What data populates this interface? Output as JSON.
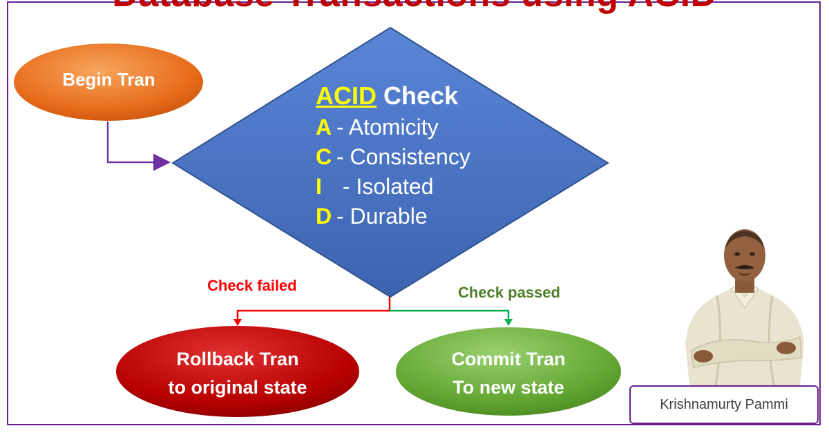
{
  "title": "Database Transactions using ACID",
  "begin_node": "Begin Tran",
  "decision": {
    "head_acid": "ACID",
    "head_check": " Check",
    "lines": [
      {
        "letter": "A",
        "text": "- Atomicity"
      },
      {
        "letter": "C",
        "text": "- Consistency"
      },
      {
        "letter": "I",
        "text": " - Isolated"
      },
      {
        "letter": "D",
        "text": "- Durable"
      }
    ]
  },
  "edges": {
    "failed": "Check failed",
    "passed": "Check passed"
  },
  "rollback_node": {
    "line1": "Rollback Tran",
    "line2": "to original state"
  },
  "commit_node": {
    "line1": "Commit Tran",
    "line2": "To new state"
  },
  "author": "Krishnamurty Pammi",
  "colors": {
    "title": "#c00000",
    "frame": "#6b1f8f",
    "begin": "#ed7d31",
    "diamond": "#4472c4",
    "rollback": "#c00000",
    "commit": "#70ad47",
    "letters": "#ffff00",
    "failed": "#ff0000",
    "passed": "#4f7f2a"
  }
}
